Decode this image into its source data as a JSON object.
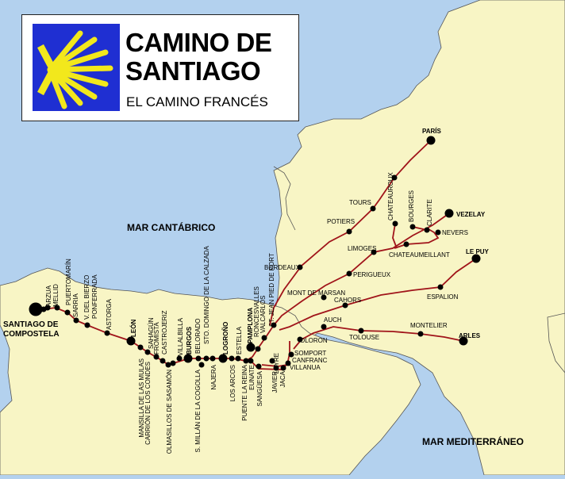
{
  "title": {
    "line1": "CAMINO DE",
    "line2": "SANTIAGO",
    "subtitle": "EL CAMINO FRANCÉS"
  },
  "colors": {
    "sea": "#b3d1ee",
    "land": "#f8f5c5",
    "route": "#a0141a",
    "logo_bg": "#1f2fd2",
    "logo_shell": "#f2e81c"
  },
  "seas": {
    "cantabrico": "MAR CANTÁBRICO",
    "mediterraneo": "MAR MEDITERRÁNEO"
  },
  "places": {
    "paris": "PARÍS",
    "tours": "TOURS",
    "chateauroux": "CHATEAUROUX",
    "bourges": "BOURGES",
    "clarite": "CLARITE",
    "vezelay": "VEZELAY",
    "potiers": "POTIERS",
    "nevers": "NEVERS",
    "limoges": "LIMOGES",
    "chateaumeillant": "CHATEAUMEILLANT",
    "lepuy": "LE PUY",
    "bordeaux": "BORDEAUX",
    "perigueux": "PERIGUEUX",
    "montdemarsan": "MONT DE MARSAN",
    "cahors": "CAHORS",
    "espalion": "ESPALION",
    "auch": "AUCH",
    "montelier": "MONTELIER",
    "tolouse": "TOLOUSE",
    "arles": "ARLES",
    "oloron": "OLORON",
    "somport": "SOMPORT",
    "canfranc": "CANFRANC",
    "villanua": "VILLANUA",
    "jaca": "JACA",
    "javier": "JAVIER",
    "leyre": "LEYRE",
    "stjean": "ST. JEAN PIED DE PORT",
    "valcarlos": "VALCARLOS",
    "roncesvalles": "RONCESVALLES",
    "pamplona": "PAMPLONA",
    "sanguesa": "SANGÜESA",
    "eunate": "EUNATE",
    "puentelareina": "PUENTE LA REINA",
    "estella": "ESTELLA",
    "losarcos": "LOS ARCOS",
    "logrono": "LOGROÑO",
    "najera": "NAJERA",
    "stodomingo": "STO. DOMINGO DE LA CALZADA",
    "belorado": "BELORADO",
    "smillan": "S. MILLÁN DE LA COGOLLA",
    "burgos": "BURGOS",
    "villalbilla": "VILLALBILLA",
    "castrojeriz": "CASTROJERIZ",
    "olmosillos": "OLMASILLOS DE SASAMÓN",
    "fromista": "FROMISTA",
    "carrion": "CARRIÓN DE LOS CONDES",
    "sahagun": "SAHAGÚN",
    "mansilla": "MANSILLA DE LAS MULAS",
    "leon": "LEÓN",
    "astorga": "ASTORGA",
    "ponferrada": "PONFERRADA",
    "villafranca": "V. DEL BIERZO",
    "sarria": "SARRIA",
    "portomarin": "PUERTOMARÍN",
    "mellid": "MELLID",
    "arzua": "ARZUA",
    "santiago": "SANTIAGO DE COMPOSTELA",
    "santiago_l1": "SANTIAGO DE",
    "santiago_l2": "COMPOSTELA"
  }
}
